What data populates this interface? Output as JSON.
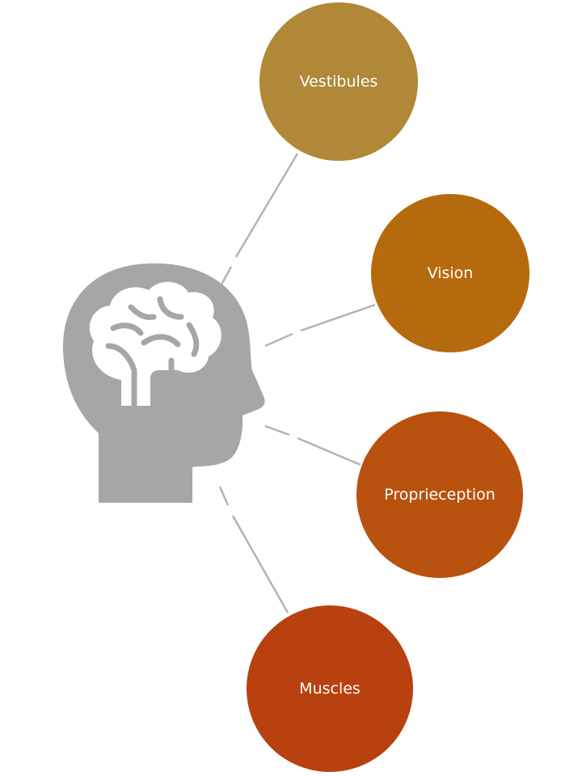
{
  "diagram": {
    "icons": {
      "center": "head-brain-icon"
    },
    "nodes": [
      {
        "id": "vestibules",
        "label": "Vestibules",
        "color": "#b08838"
      },
      {
        "id": "vision",
        "label": "Vision",
        "color": "#b56a0e"
      },
      {
        "id": "proprioception",
        "label": "Proprieception",
        "color": "#b9510f"
      },
      {
        "id": "muscles",
        "label": "Muscles",
        "color": "#b9400f"
      }
    ],
    "colors": {
      "icon": "#a6a6a6",
      "connector": "#b3b3b3",
      "label_text": "#ffffff"
    }
  }
}
